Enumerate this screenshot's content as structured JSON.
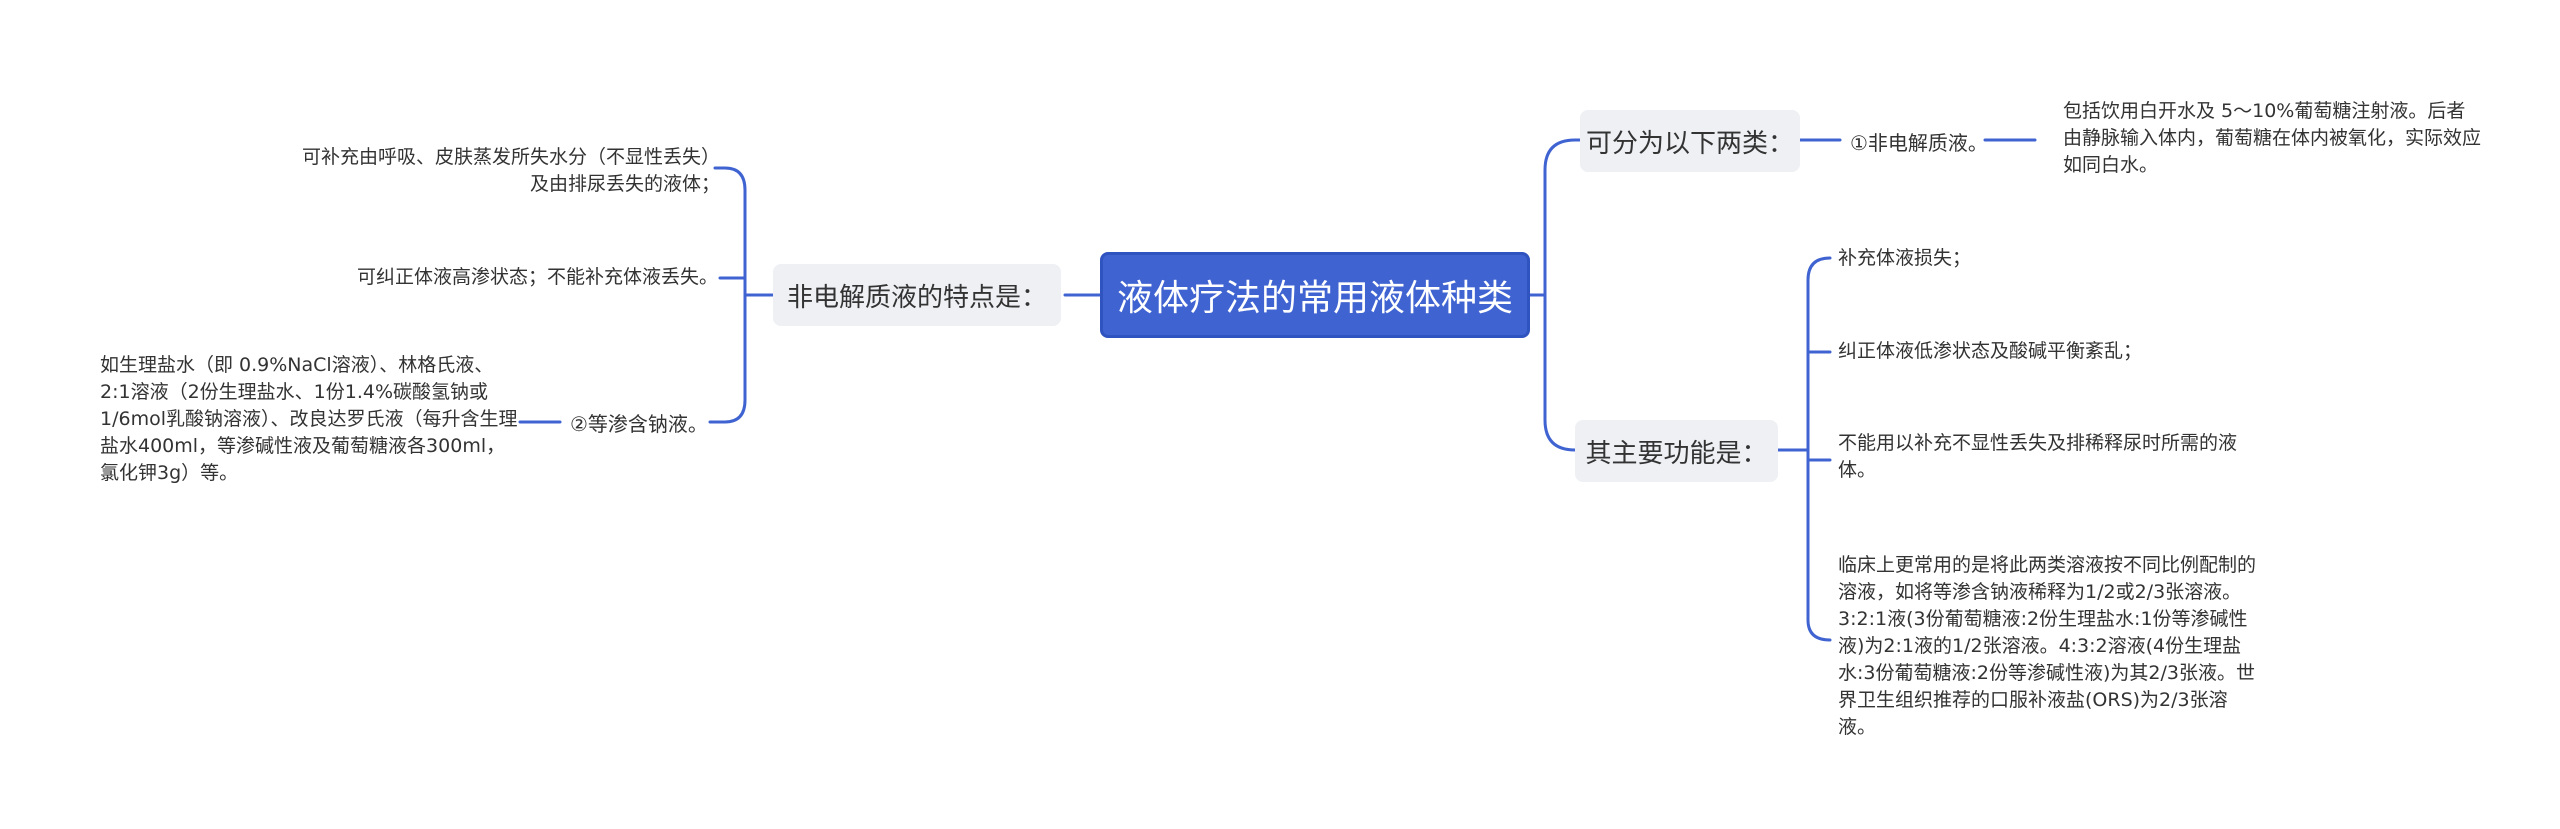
{
  "root": {
    "title": "液体疗法的常用液体种类"
  },
  "left": {
    "branch_label": "非电解质液的特点是：",
    "items": [
      "可补充由呼吸、皮肤蒸发所失水分（不显性丢失）及由排尿丢失的液体；",
      "可纠正体液高渗状态；不能补充体液丢失。"
    ],
    "sodium": {
      "label": "②等渗含钠液。",
      "detail": "如生理盐水（即 0.9%NaCl溶液）、林格氏液、2:1溶液（2份生理盐水、1份1.4%碳酸氢钠或1/6mol乳酸钠溶液）、改良达罗氏液（每升含生理盐水400ml，等渗碱性液及葡萄糖液各300ml，氯化钾3g）等。"
    }
  },
  "right": {
    "types": {
      "label": "可分为以下两类：",
      "child_label": "①非电解质液。",
      "child_detail": "包括饮用白开水及 5～10%葡萄糖注射液。后者由静脉输入体内，葡萄糖在体内被氧化，实际效应如同白水。"
    },
    "functions": {
      "label": "其主要功能是：",
      "items": [
        "补充体液损失；",
        "纠正体液低渗状态及酸碱平衡紊乱；",
        "不能用以补充不显性丢失及排稀释尿时所需的液体。",
        "临床上更常用的是将此两类溶液按不同比例配制的溶液，如将等渗含钠液稀释为1/2或2/3张溶液。3:2:1液(3份葡萄糖液:2份生理盐水:1份等渗碱性液)为2:1液的1/2张溶液。4:3:2溶液(4份生理盐水:3份葡萄糖液:2份等渗碱性液)为其2/3张液。世界卫生组织推荐的口服补液盐(ORS)为2/3张溶液。"
      ]
    }
  },
  "colors": {
    "line": "#3f63d1",
    "root_fill": "#3f63d1",
    "sub_fill": "#eef0f4"
  }
}
